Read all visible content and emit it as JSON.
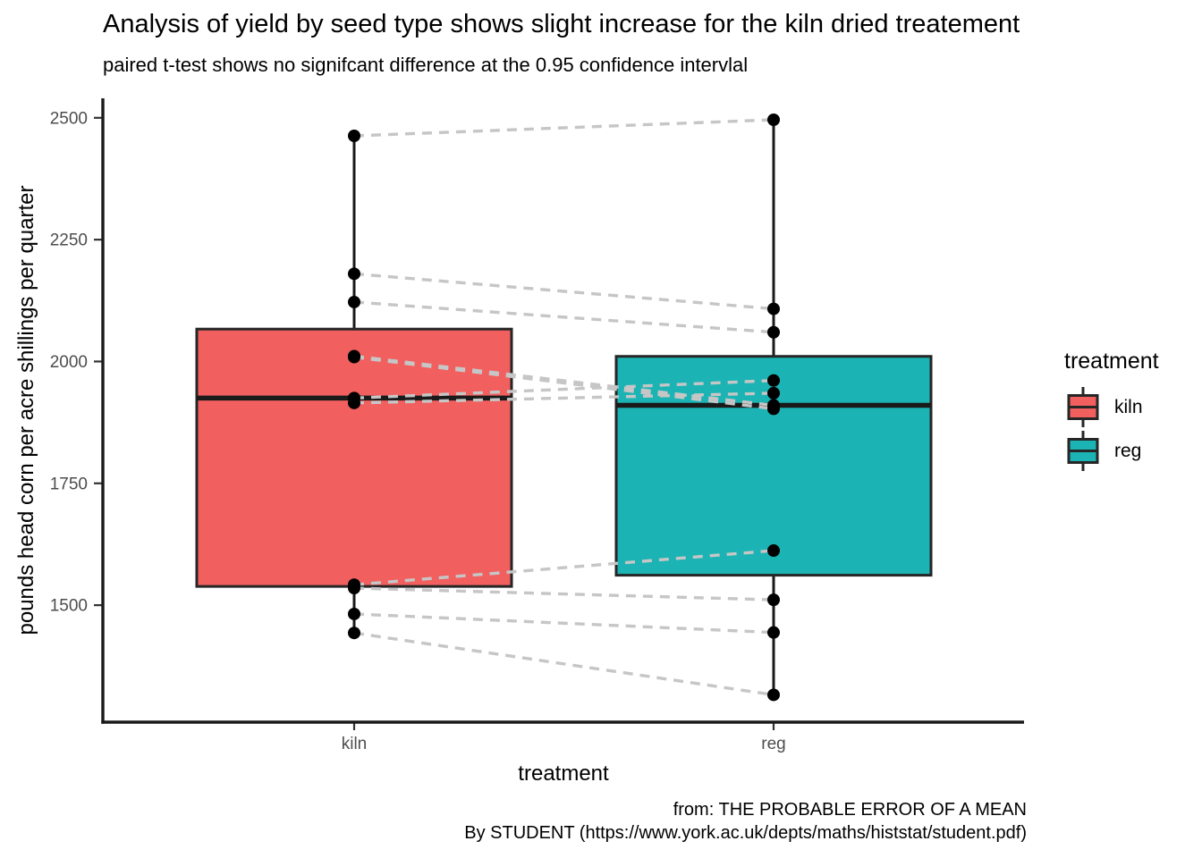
{
  "chart_data": {
    "type": "boxplot",
    "title": "Analysis of yield by seed type shows slight increase for the kiln dried treatement",
    "subtitle": "paired t-test shows no signifcant difference at the 0.95 confidence intervlal",
    "xlabel": "treatment",
    "ylabel": "pounds head corn per acre shillings per quarter",
    "caption_line1": "from: THE PROBABLE ERROR OF A MEAN",
    "caption_line2": "By STUDENT (https://www.york.ac.uk/depts/maths/histstat/student.pdf)",
    "categories": [
      "kiln",
      "reg"
    ],
    "y_ticks": [
      1500,
      1750,
      2000,
      2250,
      2500
    ],
    "ylim": [
      1260,
      2540
    ],
    "grid": false,
    "paired": true,
    "legend": {
      "title": "treatment",
      "position": "right",
      "entries": [
        {
          "label": "kiln",
          "color": "#F15F5F"
        },
        {
          "label": "reg",
          "color": "#1BB3B3"
        }
      ]
    },
    "series": [
      {
        "name": "kiln",
        "color": "#F15F5F",
        "values": [
          2009,
          1915,
          2011,
          2463,
          2180,
          1925,
          2122,
          1482,
          1542,
          1443,
          1535
        ],
        "box": {
          "lower_whisker": 1443,
          "q1": 1538.5,
          "median": 1925,
          "q3": 2066.5,
          "upper_whisker": 2463
        }
      },
      {
        "name": "reg",
        "color": "#1BB3B3",
        "values": [
          1903,
          1935,
          1910,
          2496,
          2108,
          1961,
          2060,
          1444,
          1612,
          1316,
          1511
        ],
        "box": {
          "lower_whisker": 1316,
          "q1": 1561.5,
          "median": 1910,
          "q3": 2010.5,
          "upper_whisker": 2496
        }
      }
    ],
    "styles": {
      "point_color": "#000000",
      "box_border_color": "#262626",
      "median_color": "#1A1A1A",
      "axis_color": "#1A1A1A",
      "tick_label_color": "#4D4D4D",
      "pair_line_color": "#C6C6C6",
      "background": "#FFFFFF"
    }
  }
}
